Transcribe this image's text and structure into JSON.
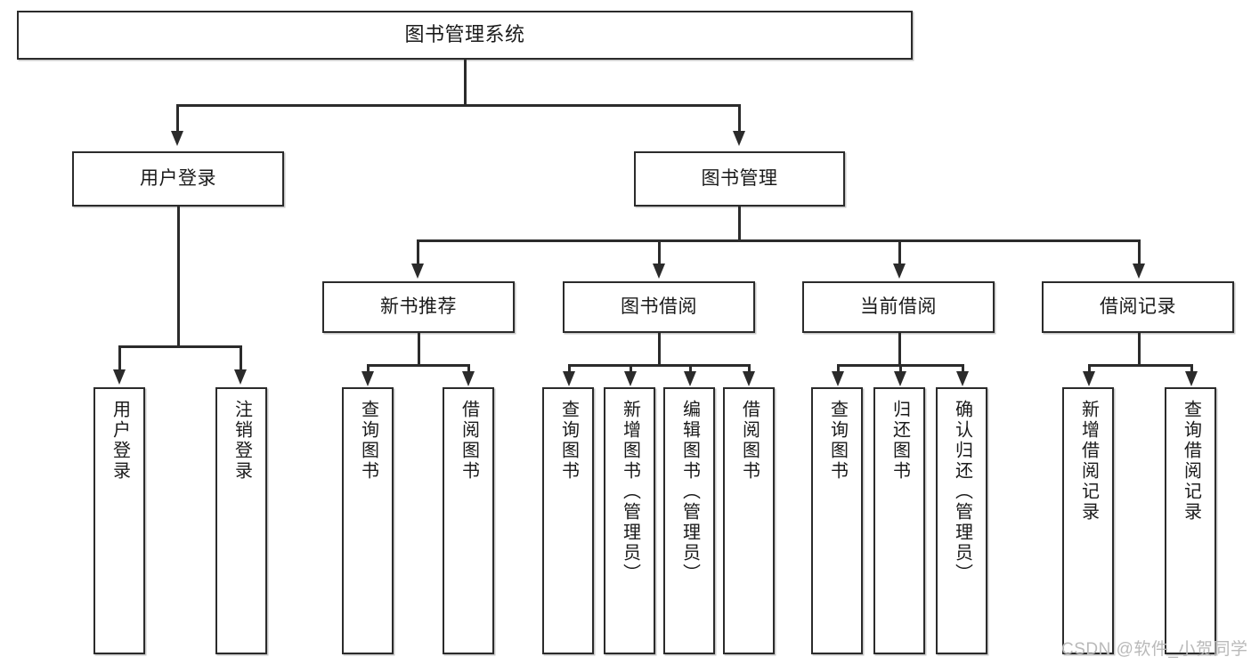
{
  "diagram": {
    "type": "tree",
    "title": "图书管理系统",
    "watermark": "CSDN @软件_小贺同学",
    "colors": {
      "stroke": "#2b2b2b",
      "fill": "#ffffff",
      "text": "#1a1a1a",
      "watermark": "#b9b9b9"
    },
    "levels": {
      "root": {
        "label": "图书管理系统"
      },
      "level2": [
        {
          "id": "user-login",
          "label": "用户登录"
        },
        {
          "id": "book-management",
          "label": "图书管理"
        }
      ],
      "level3": [
        {
          "id": "new-book-recommend",
          "label": "新书推荐",
          "parent": "book-management"
        },
        {
          "id": "book-borrow",
          "label": "图书借阅",
          "parent": "book-management"
        },
        {
          "id": "current-borrow",
          "label": "当前借阅",
          "parent": "book-management"
        },
        {
          "id": "borrow-record",
          "label": "借阅记录",
          "parent": "book-management"
        }
      ],
      "leaves": [
        {
          "id": "leaf-user-login",
          "label": "用户登录",
          "parent": "user-login"
        },
        {
          "id": "leaf-logout-login",
          "label": "注销登录",
          "parent": "user-login"
        },
        {
          "id": "leaf-query-book-1",
          "label": "查询图书",
          "parent": "new-book-recommend"
        },
        {
          "id": "leaf-borrow-book-1",
          "label": "借阅图书",
          "parent": "new-book-recommend"
        },
        {
          "id": "leaf-query-book-2",
          "label": "查询图书",
          "parent": "book-borrow"
        },
        {
          "id": "leaf-add-book",
          "label": "新增图书（管理员）",
          "parent": "book-borrow"
        },
        {
          "id": "leaf-edit-book",
          "label": "编辑图书（管理员）",
          "parent": "book-borrow"
        },
        {
          "id": "leaf-borrow-book-2",
          "label": "借阅图书",
          "parent": "book-borrow"
        },
        {
          "id": "leaf-query-book-3",
          "label": "查询图书",
          "parent": "current-borrow"
        },
        {
          "id": "leaf-return-book",
          "label": "归还图书",
          "parent": "current-borrow"
        },
        {
          "id": "leaf-confirm-return",
          "label": "确认归还（管理员）",
          "parent": "current-borrow"
        },
        {
          "id": "leaf-add-record",
          "label": "新增借阅记录",
          "parent": "borrow-record"
        },
        {
          "id": "leaf-query-record",
          "label": "查询借阅记录",
          "parent": "borrow-record"
        }
      ]
    }
  }
}
